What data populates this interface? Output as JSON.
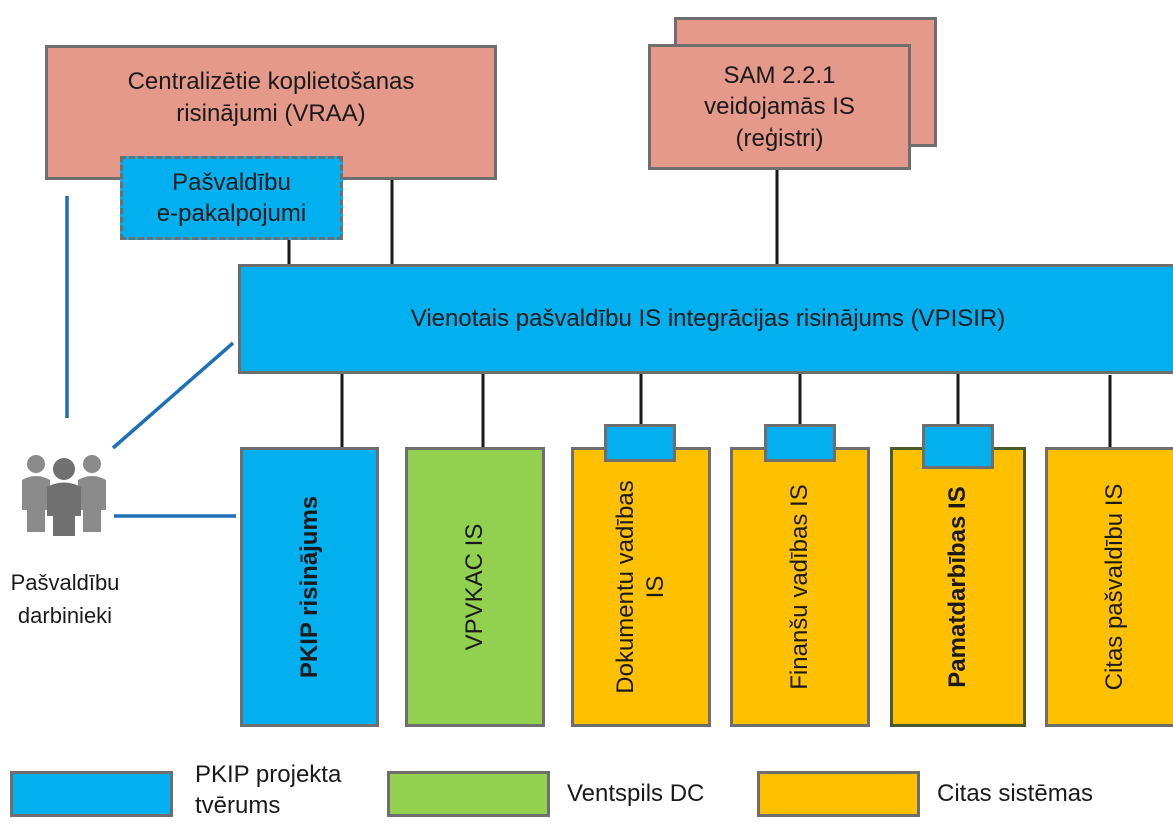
{
  "top": {
    "central_label_line1": "Centralizētie koplietošanas",
    "central_label_line2": "risinājumi (VRAA)",
    "eservices_line1": "Pašvaldību",
    "eservices_line2": "e-pakalpojumi",
    "sam_line1": "SAM 2.2.1",
    "sam_line2": "veidojamās IS",
    "sam_line3": "(reģistri)"
  },
  "integration": {
    "label": "Vienotais pašvaldību IS integrācijas risinājums (VPISIR)"
  },
  "users": {
    "label_line1": "Pašvaldību",
    "label_line2": "darbinieki"
  },
  "systems": [
    {
      "label": "PKIP risinājums",
      "category": "pkip"
    },
    {
      "label": "VPVKAC IS",
      "category": "ventspils"
    },
    {
      "label_line1": "Dokumentu vadības",
      "label_line2": "IS",
      "category": "other"
    },
    {
      "label": "Finanšu vadības IS",
      "category": "other"
    },
    {
      "label": "Pamatdarbības IS",
      "category": "other"
    },
    {
      "label": "Citas pašvaldību IS",
      "category": "other"
    }
  ],
  "legend": {
    "pkip_line1": "PKIP projekta",
    "pkip_line2": "tvērums",
    "ventspils": "Ventspils DC",
    "other": "Citas sistēmas"
  },
  "colors": {
    "pkip_scope": "#02b0ef",
    "ventspils_dc": "#92d050",
    "other_systems": "#ffc000",
    "centralized": "#e4998a",
    "border": "#6e6e6e",
    "user_connector": "#1f6fb8"
  }
}
